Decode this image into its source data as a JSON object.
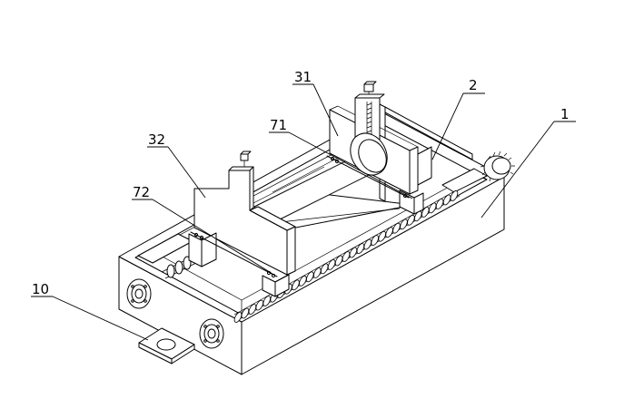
{
  "labels": {
    "part_1": "1",
    "part_2": "2",
    "part_10": "10",
    "part_31": "31",
    "part_32": "32",
    "part_71": "71",
    "part_72": "72"
  }
}
